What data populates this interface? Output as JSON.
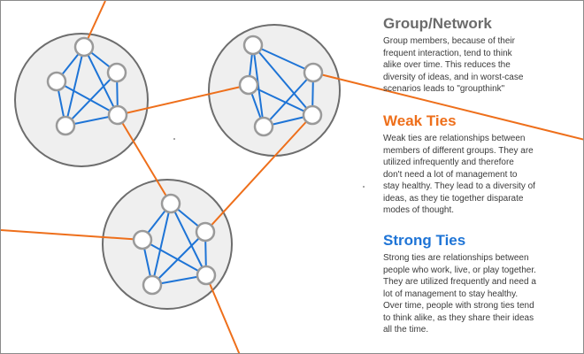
{
  "colors": {
    "weak_tie": "#ee6f1b",
    "strong_tie": "#1e74d6",
    "group_fill": "#efefef",
    "group_stroke": "#6d6d6d",
    "node_stroke": "#9a9a9a",
    "heading_group": "#6b6b6b",
    "heading_weak": "#ee6f1b",
    "heading_strong": "#1e74d6"
  },
  "sections": {
    "group": {
      "heading": "Group/Network",
      "lines": [
        "Group members, because of their",
        "frequent interaction, tend to think",
        "alike over time. This reduces the",
        "diversity of ideas, and in worst-case",
        "scenarios leads to \"groupthink\""
      ]
    },
    "weak": {
      "heading": "Weak Ties",
      "lines": [
        "Weak ties are relationships between",
        "members of different groups. They are",
        "utilized infrequently and therefore",
        "don't need a lot of management to",
        "stay healthy. They lead to a diversity of",
        "ideas, as they tie together disparate",
        "modes of thought."
      ]
    },
    "strong": {
      "heading": "Strong Ties",
      "lines": [
        "Strong ties are relationships between",
        "people who work, live, or play together.",
        "They are utilized frequently and need a",
        "lot of management to stay healthy.",
        "Over time, people with strong ties tend",
        "to think alike, as they share their ideas",
        "all the time."
      ]
    }
  }
}
